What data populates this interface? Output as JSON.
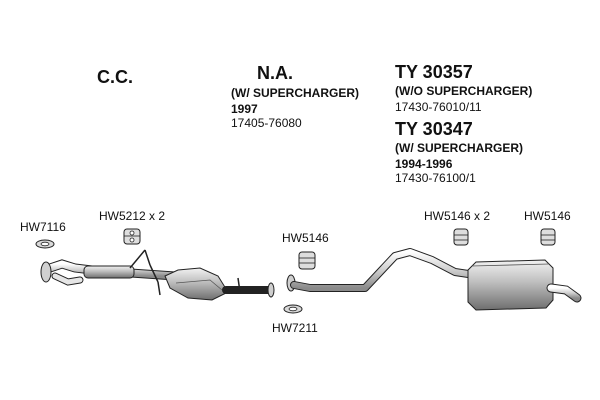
{
  "header": {
    "cc_label": "C.C.",
    "na_label": "N.A.",
    "na_variant": "(W/ SUPERCHARGER)",
    "na_year": "1997",
    "na_part": "17405-76080",
    "ty1_code": "TY 30357",
    "ty1_variant": "(W/O SUPERCHARGER)",
    "ty1_part": "17430-76010/11",
    "ty2_code": "TY 30347",
    "ty2_variant": "(W/ SUPERCHARGER)",
    "ty2_years": "1994-1996",
    "ty2_part": "17430-76100/1"
  },
  "parts": {
    "hw7116": "HW7116",
    "hw5212": "HW5212 x 2",
    "hw5146_mid": "HW5146",
    "hw7211": "HW7211",
    "hw5146_x2": "HW5146 x 2",
    "hw5146_right": "HW5146"
  },
  "icons": [
    "gasket-icon",
    "rubber-hanger-icon",
    "front-pipe-icon",
    "catalytic-converter-icon",
    "rear-pipe-icon",
    "muffler-icon"
  ]
}
